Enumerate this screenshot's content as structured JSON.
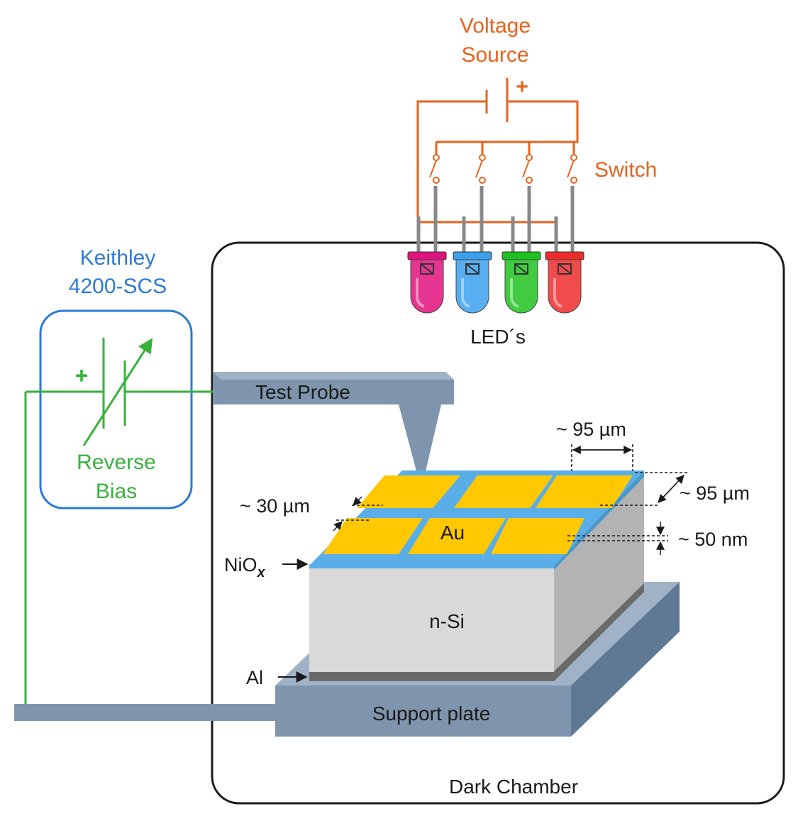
{
  "labels": {
    "voltage_source_line1": "Voltage",
    "voltage_source_line2": "Source",
    "switch": "Switch",
    "leds": "LED´s",
    "keithley_line1": "Keithley",
    "keithley_line2": "4200-SCS",
    "plus": "+",
    "reverse_bias_line1": "Reverse",
    "reverse_bias_line2": "Bias",
    "test_probe": "Test Probe",
    "top_width": "~ 95 µm",
    "side_width": "~ 95 µm",
    "gap": "~ 30 µm",
    "thickness": "~ 50 nm",
    "au": "Au",
    "niox_base": "NiO",
    "niox_sub": "x",
    "n_si": "n-Si",
    "al": "Al",
    "support_plate": "Support plate",
    "dark_chamber": "Dark Chamber"
  },
  "leds": [
    {
      "name": "magenta",
      "color": "#e0127e"
    },
    {
      "name": "blue",
      "color": "#3aa0ee"
    },
    {
      "name": "green",
      "color": "#1ec21e"
    },
    {
      "name": "red",
      "color": "#ee2b2b"
    }
  ],
  "colors": {
    "voltage_circuit": "#e8621c",
    "keithley": "#2c7ad6",
    "bias_wire": "#36b23a",
    "gold_pad": "#ffc800",
    "niox_layer": "#5aaee8",
    "silicon": "#d9d9d9",
    "support_plate": "#7f95ad"
  }
}
